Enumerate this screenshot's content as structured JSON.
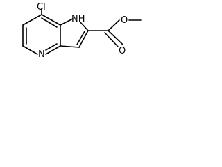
{
  "molecule": {
    "atoms": {
      "cl": "Cl",
      "nh": "NH",
      "n": "N",
      "o_methoxy": "O",
      "o_carbonyl": "O"
    }
  }
}
